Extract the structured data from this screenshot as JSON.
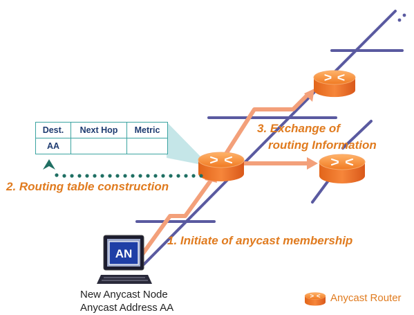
{
  "routing_table": {
    "headers": [
      "Dest.",
      "Next Hop",
      "Metric"
    ],
    "rows": [
      [
        "AA",
        "",
        ""
      ]
    ]
  },
  "steps": {
    "initiate": "1. Initiate of anycast membership",
    "construction": "2. Routing table construction",
    "exchange_line1": "3. Exchange of",
    "exchange_line2": "routing Information"
  },
  "node": {
    "icon_label": "AN",
    "caption_line1": "New Anycast Node",
    "caption_line2": "Anycast Address AA"
  },
  "legend": {
    "router_label": "Anycast Router"
  },
  "colors": {
    "orange": "#e07b1f",
    "router": "#f07a22",
    "line": "#5a5aa0",
    "teal": "#1f6f63",
    "table_border": "#3aa3a0",
    "callout": "#bfe3e5",
    "arrow_fill": "#f3a07a"
  }
}
